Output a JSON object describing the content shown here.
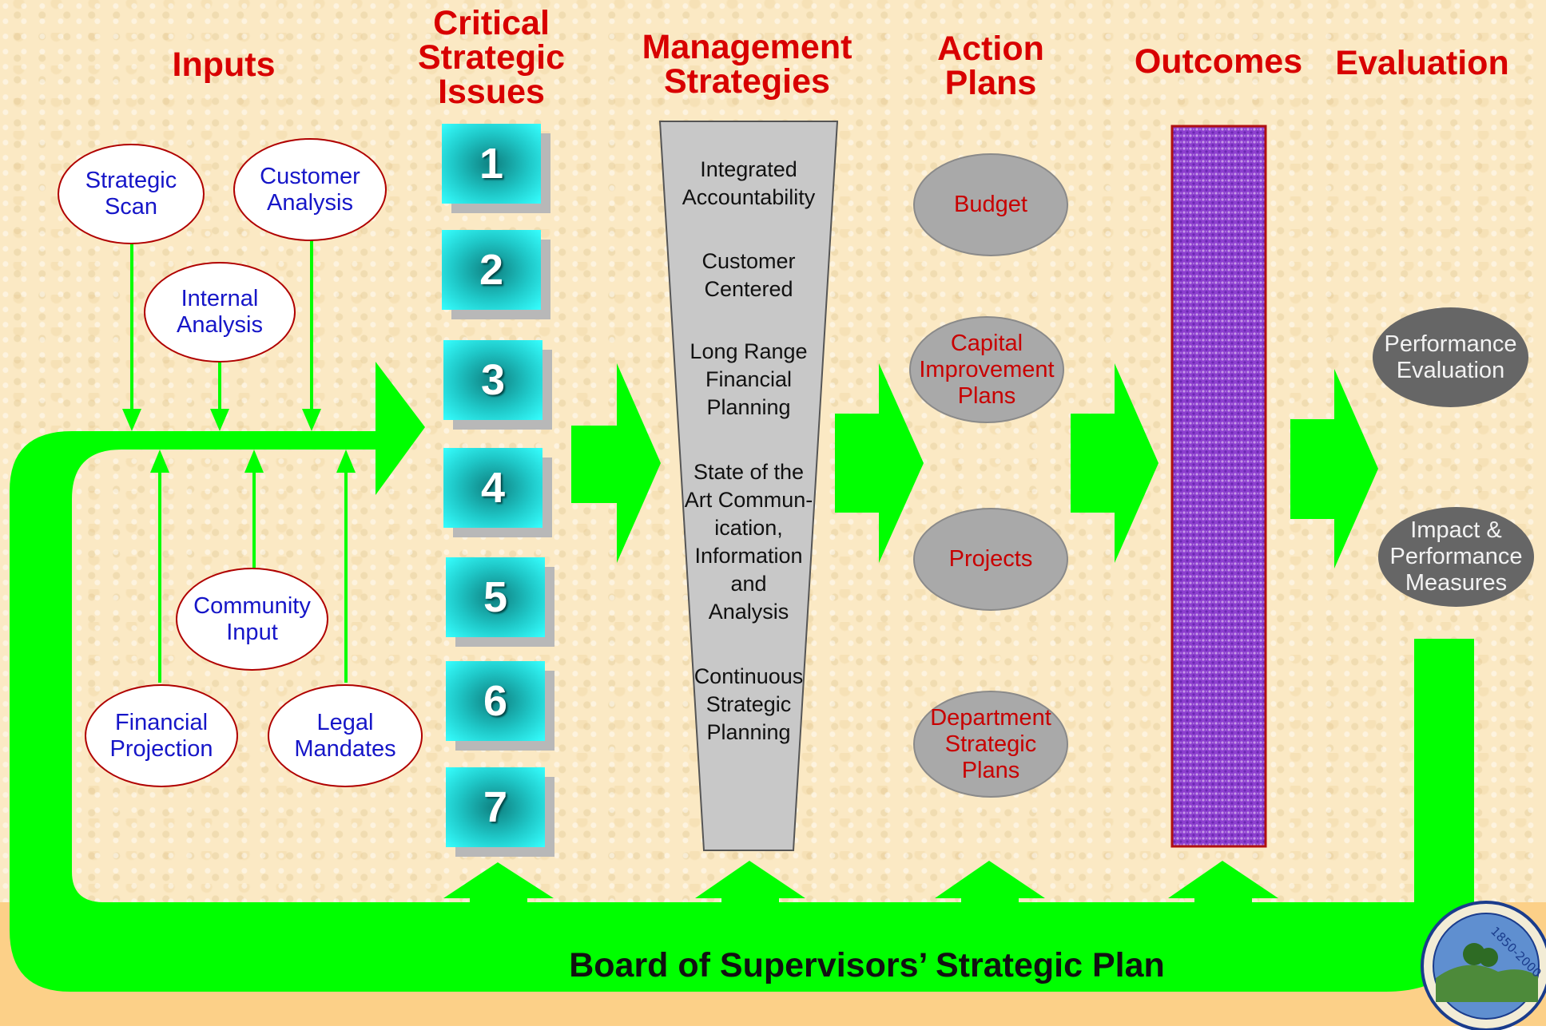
{
  "headers": {
    "inputs": "Inputs",
    "critical": "Critical\nStrategic\nIssues",
    "management": "Management\nStrategies",
    "action": "Action\nPlans",
    "outcomes": "Outcomes",
    "evaluation": "Evaluation"
  },
  "inputs": {
    "strategic_scan": "Strategic\nScan",
    "customer_analysis": "Customer\nAnalysis",
    "internal_analysis": "Internal\nAnalysis",
    "community_input": "Community\nInput",
    "financial_projection": "Financial\nProjection",
    "legal_mandates": "Legal\nMandates"
  },
  "issues": [
    "1",
    "2",
    "3",
    "4",
    "5",
    "6",
    "7"
  ],
  "management_strategies": [
    "Integrated\nAccountability",
    "Customer\nCentered",
    "Long Range\nFinancial\nPlanning",
    "State of the\nArt Commun-\nication,\nInformation\nand\nAnalysis",
    "Continuous\nStrategic\nPlanning"
  ],
  "action_plans": [
    "Budget",
    "Capital\nImprovement\nPlans",
    "Projects",
    "Department\nStrategic\nPlans"
  ],
  "evaluation": [
    "Performance\nEvaluation",
    "Impact &\nPerformance\nMeasures"
  ],
  "footer": "Board of Supervisors’ Strategic Plan",
  "colors": {
    "header_red": "#d80000",
    "arrow_green": "#00ff00",
    "input_text_blue": "#1616c8",
    "outcome_purple": "#9a4fd0"
  },
  "seal_text": "1850-2000"
}
